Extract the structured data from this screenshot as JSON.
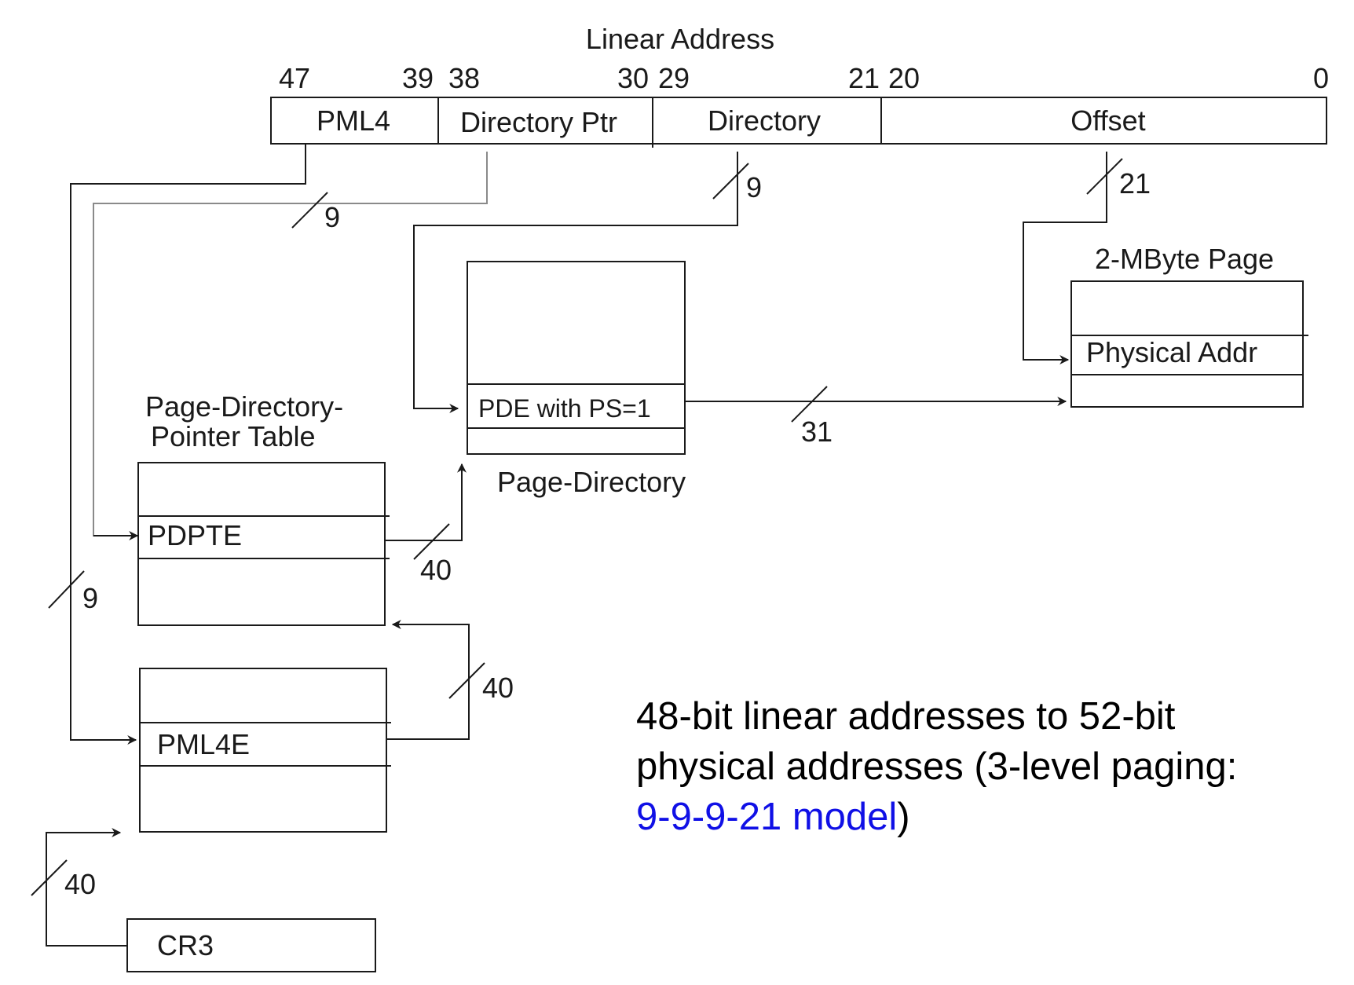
{
  "linear_address": {
    "title": "Linear Address",
    "bits": {
      "b47": "47",
      "b39": "39",
      "b38": "38",
      "b30": "30",
      "b29": "29",
      "b21": "21",
      "b20": "20",
      "b0": "0"
    },
    "fields": {
      "pml4": "PML4",
      "directory_ptr": "Directory Ptr",
      "directory": "Directory",
      "offset": "Offset"
    }
  },
  "widths": {
    "pml4_index": "9",
    "pdpt_index": "9",
    "dir_index": "9",
    "offset": "21",
    "cr3": "40",
    "pml4e": "40",
    "pdpte": "40",
    "pde": "31"
  },
  "tables": {
    "pdpt_title_1": "Page-Directory-",
    "pdpt_title_2": "Pointer Table",
    "pdpte": "PDPTE",
    "pml4e": "PML4E",
    "cr3": "CR3",
    "page_directory_title": "Page-Directory",
    "pde": "PDE with PS=1",
    "page_title": "2-MByte Page",
    "physical_addr": "Physical Addr"
  },
  "caption": {
    "text_1": "48-bit linear addresses to 52-bit physical addresses (3-level paging: ",
    "link": "9-9-9-21 model",
    "text_2": ")"
  },
  "colors": {
    "ink": "#1a1a1a",
    "gray_line": "#8a8a8a",
    "link": "#1010e6"
  }
}
